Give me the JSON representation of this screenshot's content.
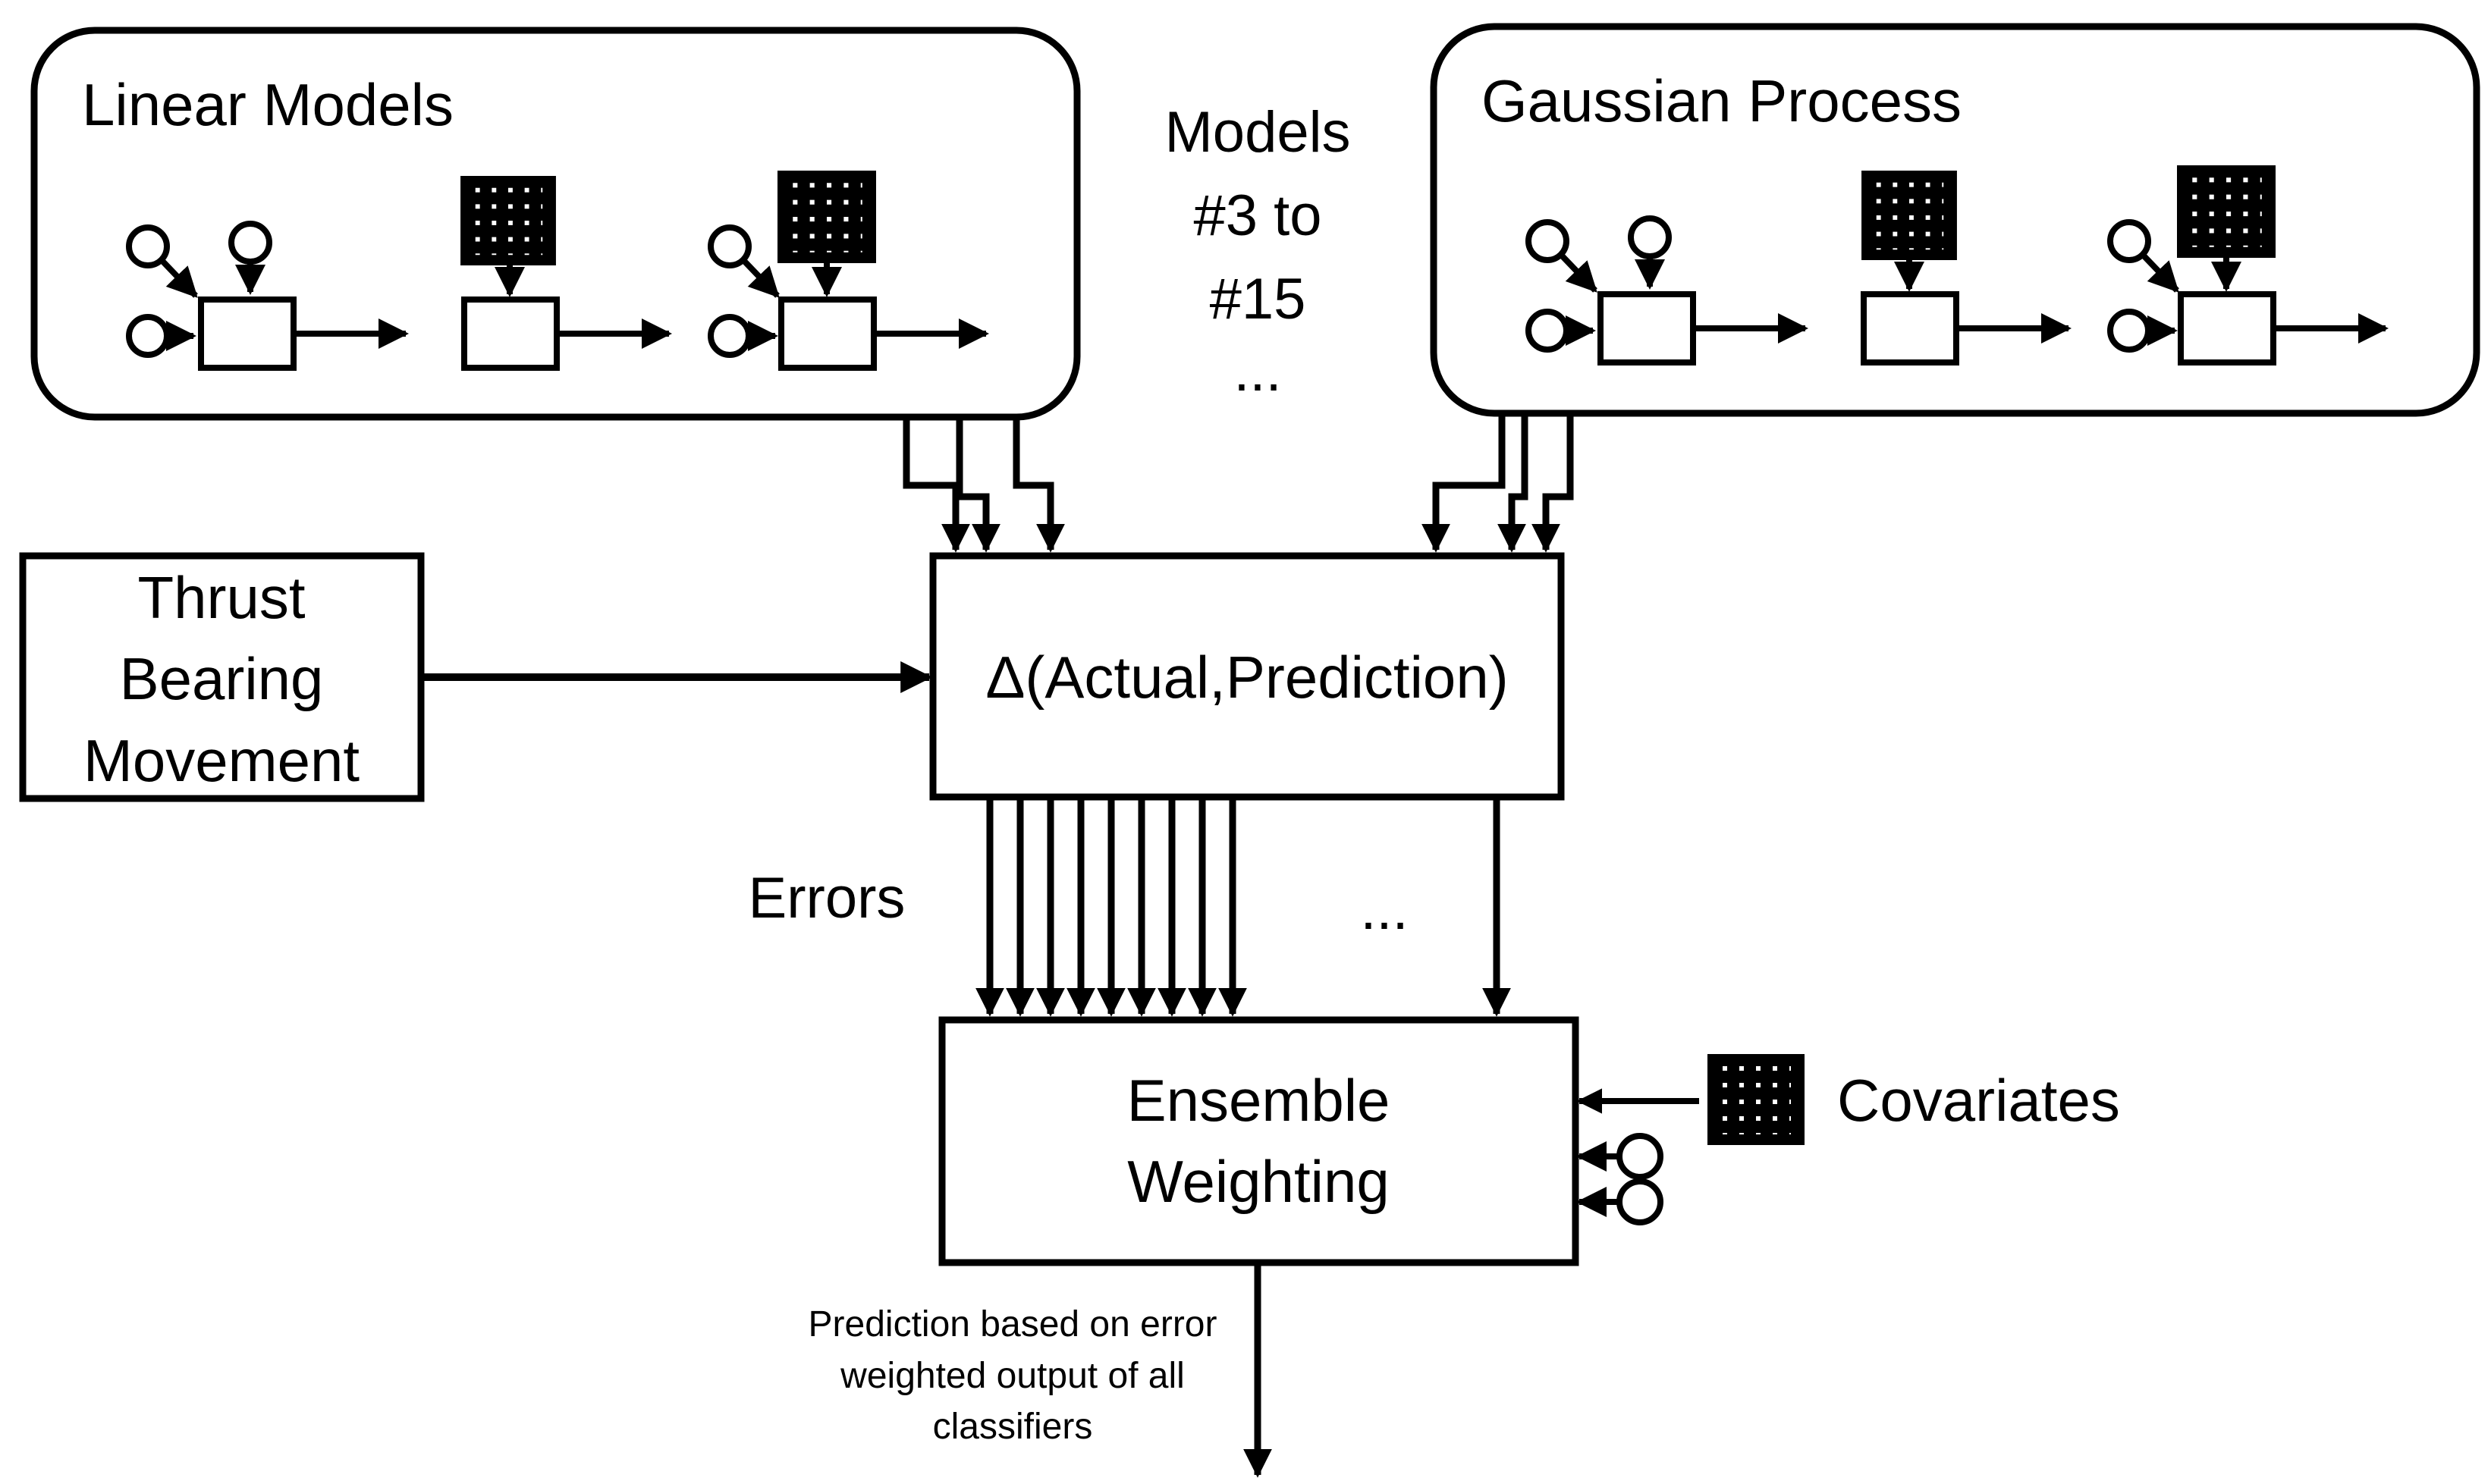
{
  "groups": {
    "linear": {
      "title": "Linear Models"
    },
    "gaussian": {
      "title": "Gaussian Process"
    }
  },
  "middle_note": {
    "lines": [
      "Models",
      "#3 to",
      "#15",
      "..."
    ]
  },
  "thrust": {
    "lines": [
      "Thrust",
      "Bearing",
      "Movement"
    ]
  },
  "delta": {
    "label": "Δ(Actual,Prediction)"
  },
  "errors": {
    "label": "Errors",
    "ellipsis": "..."
  },
  "ensemble": {
    "lines": [
      "Ensemble",
      "Weighting"
    ]
  },
  "covariates": {
    "label": "Covariates"
  },
  "output": {
    "lines": [
      "Prediction based on error",
      "weighted output of all",
      "classifiers"
    ]
  },
  "icons": [
    "node-circle-icon",
    "grid-matrix-icon",
    "arrow-icon"
  ]
}
